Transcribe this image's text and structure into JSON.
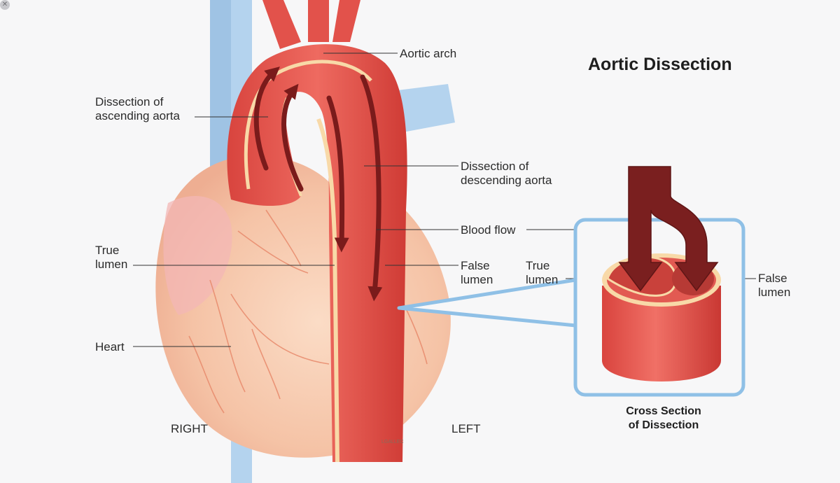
{
  "title": "Aortic Dissection",
  "labels": {
    "aortic_arch": "Aortic arch",
    "ascending": "Dissection of\nascending aorta",
    "descending": "Dissection of\ndescending aorta",
    "blood_flow": "Blood flow",
    "true_lumen_left": "True\nlumen",
    "false_lumen_mid": "False\nlumen",
    "true_lumen_inset": "True\nlumen",
    "false_lumen_inset": "False\nlumen",
    "heart": "Heart",
    "right": "RIGHT",
    "left": "LEFT"
  },
  "inset_caption": "Cross Section\nof Dissection",
  "signature": "LGALLEC",
  "close_icon": "close-icon",
  "colors": {
    "aorta": "#e8564f",
    "aorta_dark": "#b5302c",
    "arrow": "#7a1b1b",
    "heart": "#f5c9b0",
    "vessel_blue": "#a9ccea",
    "inset_frame": "#8fc0e6",
    "wall_cream": "#f8d9a8"
  }
}
